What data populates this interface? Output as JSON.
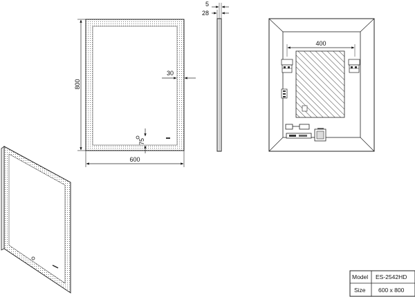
{
  "dimensions": {
    "front_width": "600",
    "front_height": "800",
    "led_inset": "30",
    "sensor_offset": "75",
    "side_outer_depth": "5",
    "side_depth": "28",
    "back_bracket_spacing": "400"
  },
  "title_block": {
    "model_label": "Model",
    "model_value": "ES-2542HD",
    "size_label": "Size",
    "size_value": "600 x 800"
  }
}
